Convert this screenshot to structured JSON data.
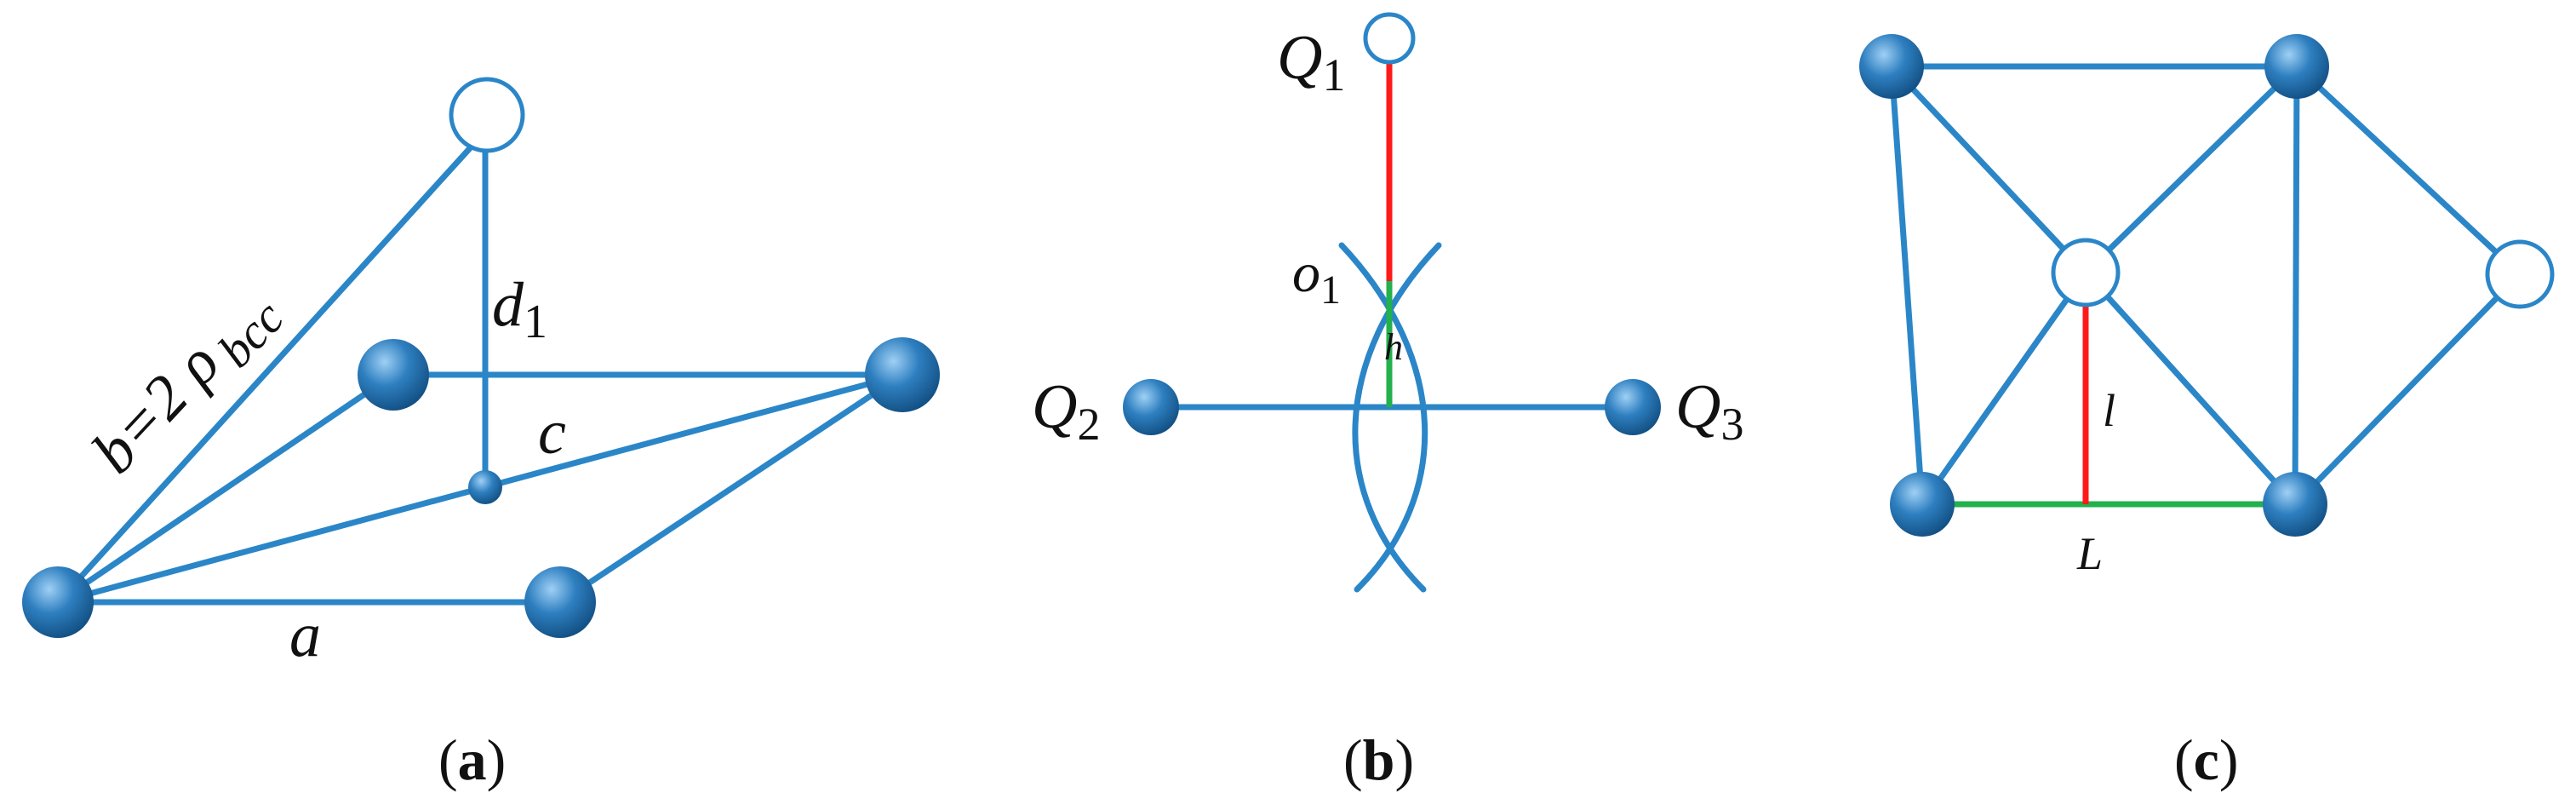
{
  "colors": {
    "edge": "#2b86c8",
    "atom_fill": "#2e7fc0",
    "atom_highlight": "#9fd0f5",
    "atom_shadow": "#0f4a7c",
    "vacancy_fill": "#ffffff",
    "red_segment": "#ff1a1a",
    "green_segment": "#22b14c",
    "text": "#111111"
  },
  "panels": {
    "a": {
      "caption_open": "(",
      "caption_letter": "a",
      "caption_close": ")",
      "labels": {
        "b_eq": "b=2 ρ",
        "b_sub": "bcc",
        "d": "d",
        "d_sub": "1",
        "c": "c",
        "a": "a"
      }
    },
    "b": {
      "caption_open": "(",
      "caption_letter": "b",
      "caption_close": ")",
      "labels": {
        "q1": "Q",
        "q1_sub": "1",
        "q2": "Q",
        "q2_sub": "2",
        "q3": "Q",
        "q3_sub": "3",
        "o": "o",
        "o_sub": "1",
        "h": "h"
      }
    },
    "c": {
      "caption_open": "(",
      "caption_letter": "c",
      "caption_close": ")",
      "labels": {
        "l": "l",
        "L": "L"
      }
    }
  }
}
